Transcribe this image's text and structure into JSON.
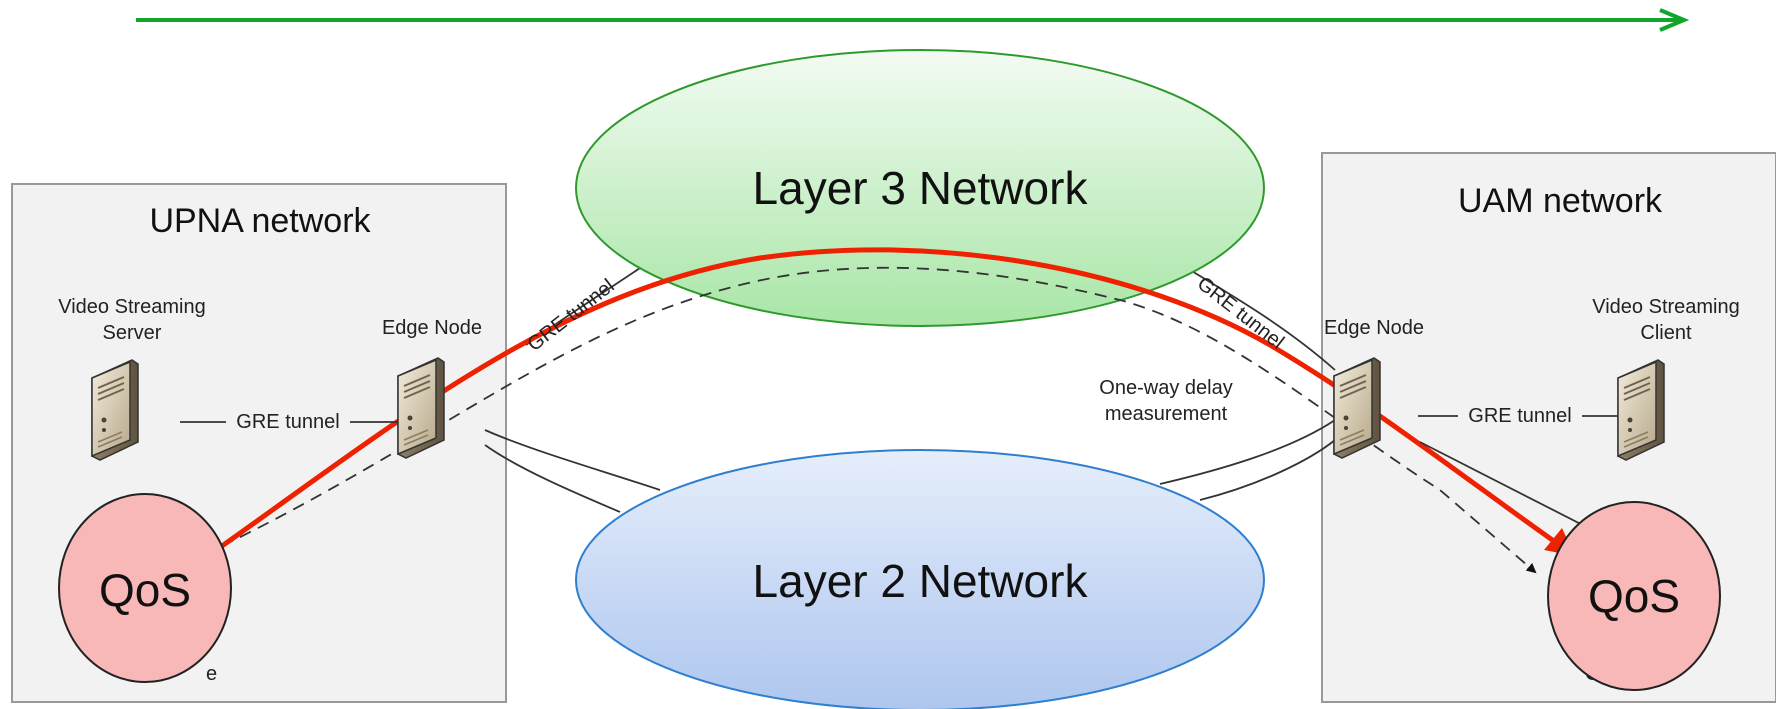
{
  "colors": {
    "top_arrow": "#11a52a",
    "layer3_fill_top": "#f3fbf3",
    "layer3_fill_bottom": "#a8e6a6",
    "layer3_stroke": "#2e9a2e",
    "layer2_fill_top": "#e6eefb",
    "layer2_fill_bottom": "#aec6ef",
    "layer2_stroke": "#2f7fce",
    "qos_fill": "#f8b8b8",
    "qos_stroke": "#222222",
    "red_path": "#ee2200",
    "network_box_fill": "#f2f2f2",
    "network_box_stroke": "#999999"
  },
  "labels": {
    "layer3": "Layer 3 Network",
    "layer2": "Layer 2 Network",
    "upna_network": "UPNA network",
    "uam_network": "UAM network",
    "video_server_line1": "Video Streaming",
    "video_server_line2": "Server",
    "video_client_line1": "Video Streaming",
    "video_client_line2": "Client",
    "edge_node_left": "Edge Node",
    "edge_node_right": "Edge Node",
    "gre_tunnel_left": "GRE tunnel",
    "gre_tunnel_right": "GRE tunnel",
    "gre_tunnel_diag_left": "GRE tunnel",
    "gre_tunnel_diag_right": "GRE tunnel",
    "owd_line1": "One-way delay",
    "owd_line2": "measurement",
    "qos_left": "QoS",
    "qos_right": "QoS",
    "peek_left": "e",
    "peek_right": "C"
  },
  "icons": [
    "server-icon",
    "edge-node-icon"
  ]
}
